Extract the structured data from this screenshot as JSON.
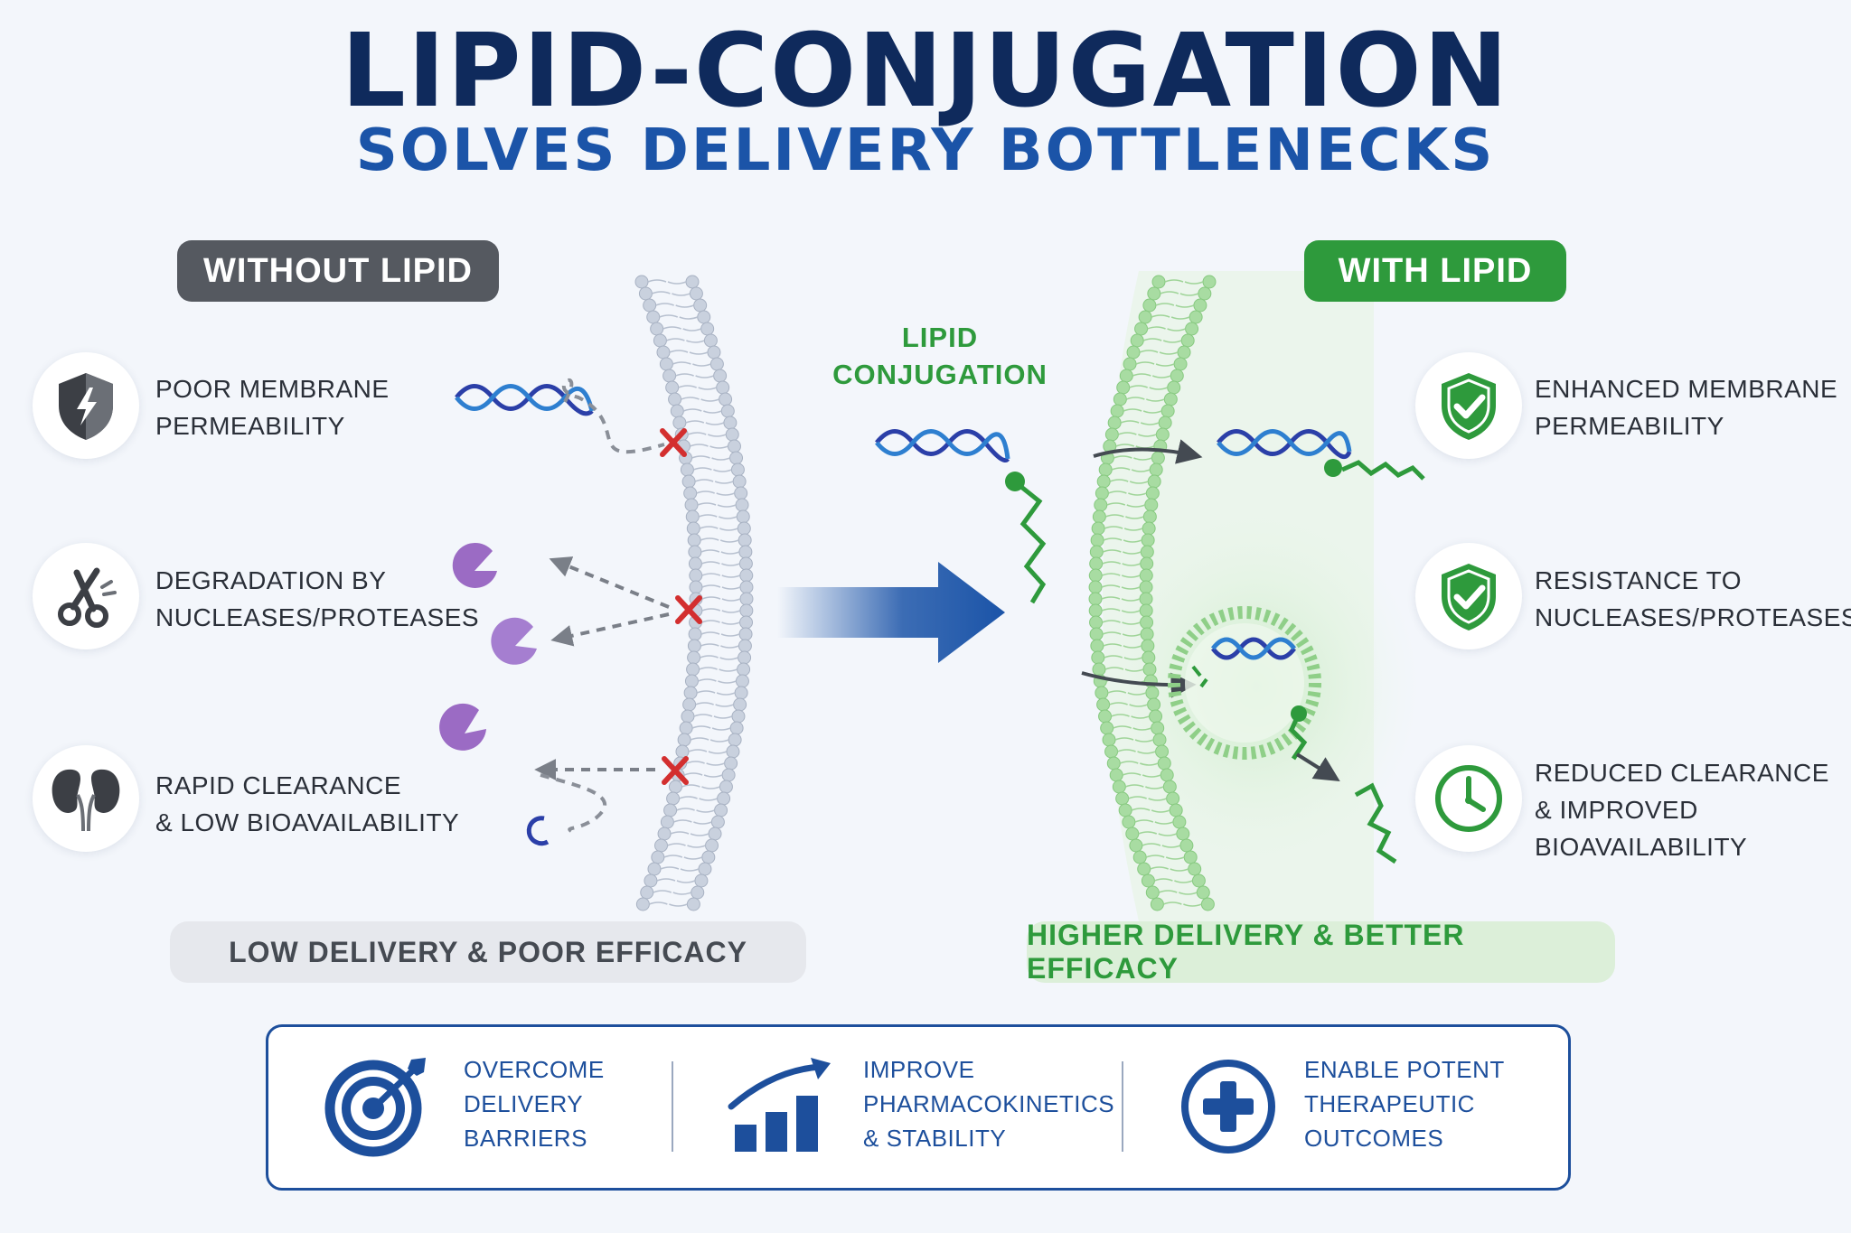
{
  "title": {
    "main": "LIPID-CONJUGATION",
    "sub": "SOLVES DELIVERY BOTTLENECKS"
  },
  "colors": {
    "navy": "#0f2a5c",
    "blue": "#1b54a8",
    "green": "#2e9a3c",
    "gray": "#555960",
    "red": "#d32f2f",
    "purple": "#9b6bc4"
  },
  "left_panel": {
    "label": "WITHOUT LIPID",
    "items": [
      {
        "icon": "shield-lightning-icon",
        "lines": [
          "POOR MEMBRANE",
          "PERMEABILITY"
        ]
      },
      {
        "icon": "scissors-icon",
        "lines": [
          "DEGRADATION BY",
          "NUCLEASES/PROTEASES"
        ]
      },
      {
        "icon": "kidneys-icon",
        "lines": [
          "RAPID CLEARANCE",
          "& LOW BIOAVAILABILITY"
        ]
      }
    ],
    "summary": "LOW DELIVERY & POOR EFFICACY"
  },
  "center": {
    "lines": [
      "LIPID",
      "CONJUGATION"
    ]
  },
  "right_panel": {
    "label": "WITH LIPID",
    "items": [
      {
        "icon": "shield-check-icon",
        "lines": [
          "ENHANCED MEMBRANE",
          "PERMEABILITY"
        ]
      },
      {
        "icon": "shield-check-icon",
        "lines": [
          "RESISTANCE TO",
          "NUCLEASES/PROTEASES"
        ]
      },
      {
        "icon": "clock-icon",
        "lines": [
          "REDUCED CLEARANCE",
          "& IMPROVED",
          "BIOAVAILABILITY"
        ]
      }
    ],
    "summary": "HIGHER DELIVERY & BETTER EFFICACY"
  },
  "benefits": [
    {
      "icon": "target-icon",
      "lines": [
        "OVERCOME",
        "DELIVERY",
        "BARRIERS"
      ]
    },
    {
      "icon": "growth-chart-icon",
      "lines": [
        "IMPROVE",
        "PHARMACOKINETICS",
        "& STABILITY"
      ]
    },
    {
      "icon": "plus-circle-icon",
      "lines": [
        "ENABLE POTENT",
        "THERAPEUTIC",
        "OUTCOMES"
      ]
    }
  ]
}
